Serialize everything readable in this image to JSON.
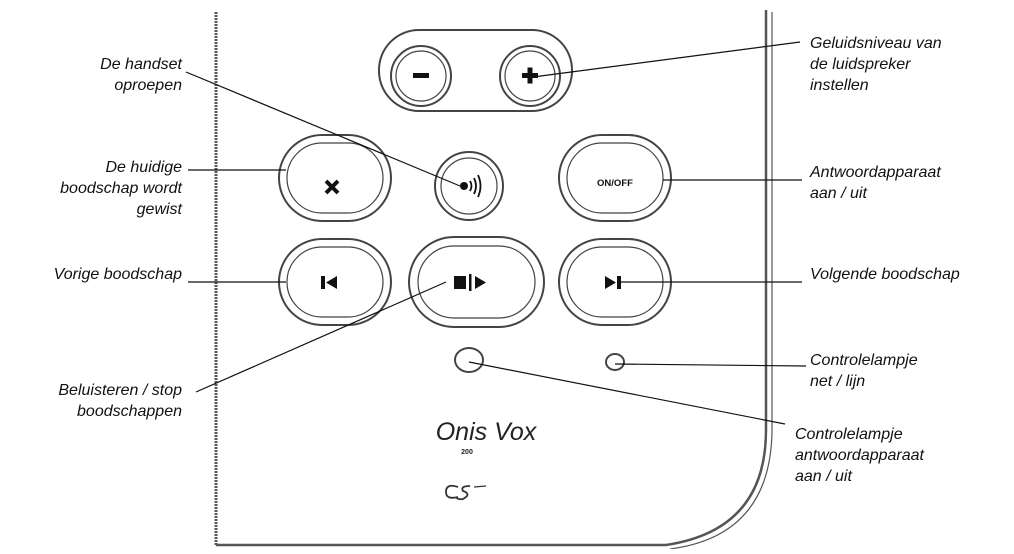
{
  "colors": {
    "outline": "#444444",
    "ink": "#111111",
    "background": "#ffffff"
  },
  "buttons": {
    "volume_down": {
      "icon": "minus-icon"
    },
    "volume_up": {
      "icon": "plus-icon"
    },
    "delete": {
      "icon": "x-icon"
    },
    "page": {
      "icon": "page-handset-icon"
    },
    "onoff": {
      "label": "ON/OFF"
    },
    "previous": {
      "icon": "skip-back-icon"
    },
    "play_stop": {
      "icon": "stop-play-icon"
    },
    "next": {
      "icon": "skip-forward-icon"
    }
  },
  "branding": {
    "model_name": "Onis Vox",
    "model_number": "200"
  },
  "labels": {
    "handset": [
      "De handset",
      "oproepen"
    ],
    "delete": [
      "De huidige",
      "boodschap wordt",
      "gewist"
    ],
    "previous": [
      "Vorige boodschap"
    ],
    "listen": [
      "Beluisteren / stop",
      "boodschappen"
    ],
    "volume": [
      "Geluidsniveau van",
      "de luidspreker",
      "instellen"
    ],
    "onoff": [
      "Antwoordapparaat",
      "aan / uit"
    ],
    "next": [
      "Volgende boodschap"
    ],
    "line_led": [
      "Controlelampje",
      "net / lijn"
    ],
    "machine_led": [
      "Controlelampje",
      "antwoordapparaat",
      "aan / uit"
    ]
  }
}
